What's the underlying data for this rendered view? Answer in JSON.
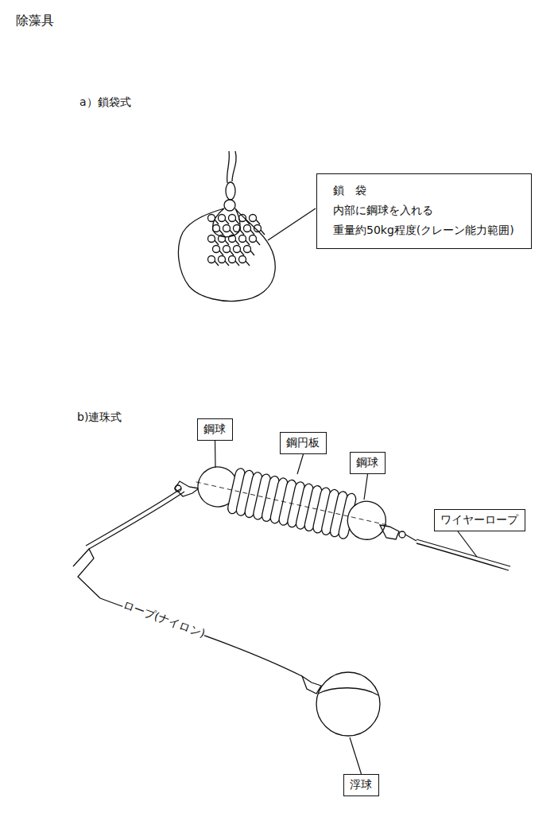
{
  "diagram": {
    "title": "除藻具",
    "nodes": [
      {
        "text": [
          "鎖　袋",
          "内部に鋼球を入れる",
          "重量約50kg程度(クレーン能力範囲)"
        ]
      },
      {
        "text": [
          "鋼球"
        ]
      },
      {
        "text": [
          "鋼円板"
        ]
      },
      {
        "text": [
          "鋼球"
        ]
      },
      {
        "text": [
          "ワイヤーロープ"
        ]
      },
      {
        "text": [
          "浮球"
        ]
      }
    ],
    "labels": [
      "a）鎖袋式",
      "b)連珠式",
      "ロープ(ナイロン)"
    ]
  }
}
